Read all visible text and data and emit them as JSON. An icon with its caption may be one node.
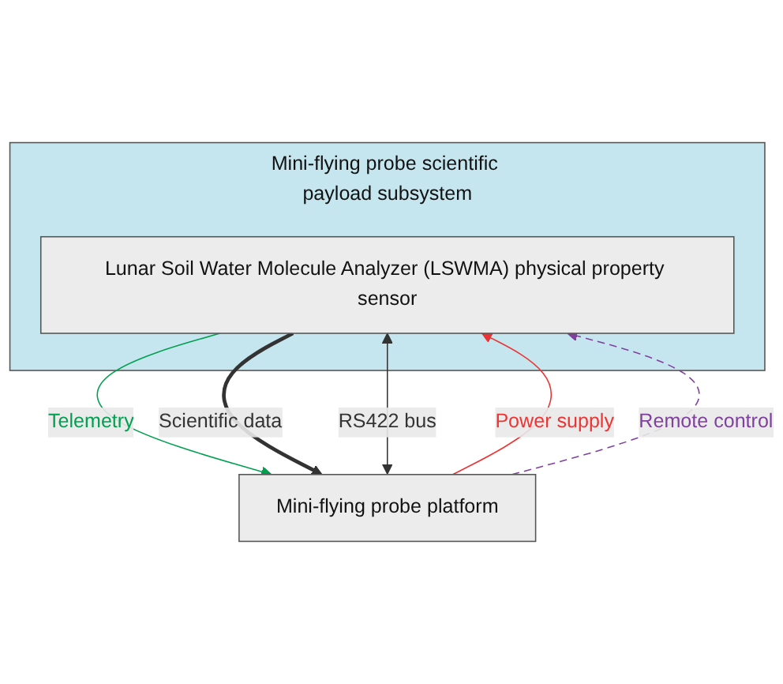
{
  "diagram": {
    "nodes": [
      {
        "text": [
          "Mini-flying probe scientific payload subsystem"
        ]
      },
      {
        "text": [
          "Lunar Soil Water Molecule Analyzer (LSWMA) physical property sensor"
        ],
        "in": 0
      },
      {
        "text": [
          "Mini-flying probe platform"
        ]
      }
    ],
    "edges": [
      {
        "from": 2,
        "to": 1,
        "arrow": "both",
        "label": "RS422 bus"
      },
      {
        "from": 2,
        "to": 1,
        "arrow": "to",
        "label": "Power supply",
        "color": "#ee3333"
      },
      {
        "from": 2,
        "to": 1,
        "arrow": "to",
        "label": "Remote control",
        "style": "dashed",
        "color": "#8040a0"
      },
      {
        "from": 1,
        "to": 2,
        "arrow": "to",
        "label": "Telemetry",
        "color": "#00a050"
      },
      {
        "from": 1,
        "to": 2,
        "arrow": "to",
        "label": "Scientific data",
        "style": "thick"
      }
    ]
  }
}
